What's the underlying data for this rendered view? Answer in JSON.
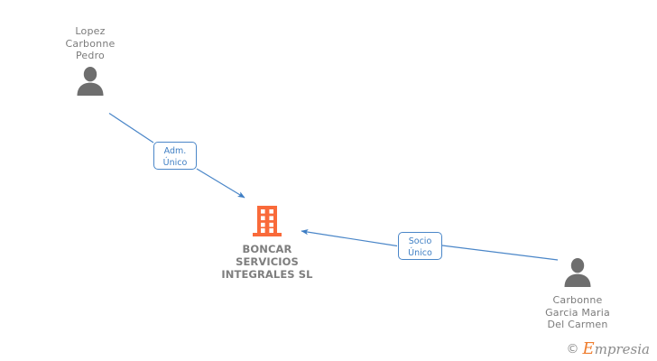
{
  "diagram": {
    "type": "ownership-relationship-graph",
    "colors": {
      "edge": "#4a86c8",
      "company_icon": "#f96a3a",
      "person_icon": "#6e6e6e",
      "label_text": "#7b7b7b",
      "relation_text": "#3f7fc4",
      "watermark_accent": "#ef7d2e"
    },
    "company": {
      "name": "BONCAR\nSERVICIOS\nINTEGRALES SL",
      "icon": "building-icon"
    },
    "people": [
      {
        "id": "person-top-left",
        "name": "Lopez\nCarbonne\nPedro",
        "icon": "person-icon",
        "relation": "Adm.\nÚnico"
      },
      {
        "id": "person-bottom-right",
        "name": "Carbonne\nGarcia Maria\nDel Carmen",
        "icon": "person-icon",
        "relation": "Socio\nÚnico"
      }
    ],
    "relations": [
      {
        "id": "relation-adm-unico",
        "label": "Adm.\nÚnico",
        "from": "person-top-left",
        "to": "company"
      },
      {
        "id": "relation-socio-unico",
        "label": "Socio\nÚnico",
        "from": "person-bottom-right",
        "to": "company"
      }
    ]
  },
  "watermark": {
    "copyright": "©",
    "brand_initial": "E",
    "brand_rest": "mpresia"
  }
}
